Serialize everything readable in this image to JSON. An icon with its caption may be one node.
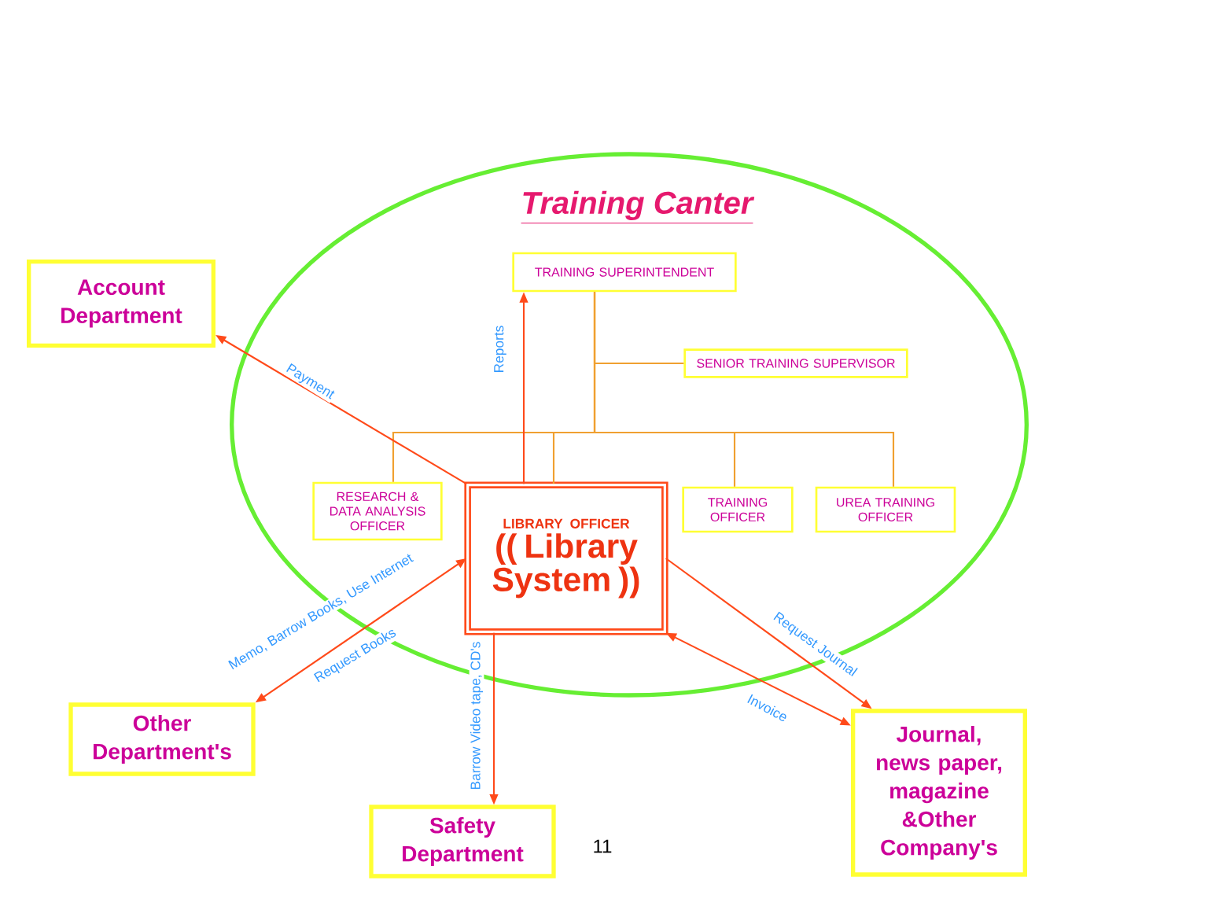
{
  "diagram": {
    "nodes": [
      {
        "text": [
          "Training Canter"
        ]
      },
      {
        "text": [
          "TRAINING SUPERINTENDENT"
        ],
        "in": 0
      },
      {
        "text": [
          "SENIOR TRAINING SUPERVISOR"
        ],
        "in": 0
      },
      {
        "text": [
          "RESEARCH & DATA ANALYSIS OFFICER"
        ],
        "in": 0
      },
      {
        "text": [
          "LIBRARY OFFICER",
          "(( Library System ))"
        ],
        "in": 0
      },
      {
        "text": [
          "TRAINING OFFICER"
        ],
        "in": 0
      },
      {
        "text": [
          "UREA TRAINING OFFICER"
        ],
        "in": 0
      },
      {
        "text": [
          "Account Department"
        ]
      },
      {
        "text": [
          "Other Department's"
        ]
      },
      {
        "text": [
          "Safety Department"
        ]
      },
      {
        "text": [
          "Journal, news paper, magazine &Other Company's"
        ]
      }
    ],
    "edges": [
      {
        "from": 1,
        "to": 2,
        "arrow": "none",
        "color": "#f0a030"
      },
      {
        "from": 1,
        "to": 3,
        "arrow": "none",
        "color": "#f0a030"
      },
      {
        "from": 1,
        "to": 4,
        "arrow": "none",
        "color": "#f0a030"
      },
      {
        "from": 1,
        "to": 5,
        "arrow": "none",
        "color": "#f0a030"
      },
      {
        "from": 1,
        "to": 6,
        "arrow": "none",
        "color": "#f0a030"
      },
      {
        "from": 4,
        "to": 1,
        "arrow": "to",
        "label": "Reports"
      },
      {
        "from": 4,
        "to": 7,
        "arrow": "to",
        "label": "Payment"
      },
      {
        "from": 8,
        "to": 4,
        "arrow": "both",
        "label": "Memo, Barrow Books, Use Internet"
      },
      {
        "from": 4,
        "to": 9,
        "arrow": "to",
        "label": "Barrow Video tape, CD's"
      },
      {
        "from": 4,
        "to": 10,
        "arrow": "to",
        "label": "Request Journal"
      },
      {
        "from": 10,
        "to": 4,
        "arrow": "both",
        "label": "Invoice"
      }
    ],
    "labels": [
      "Request Books",
      "11"
    ]
  }
}
